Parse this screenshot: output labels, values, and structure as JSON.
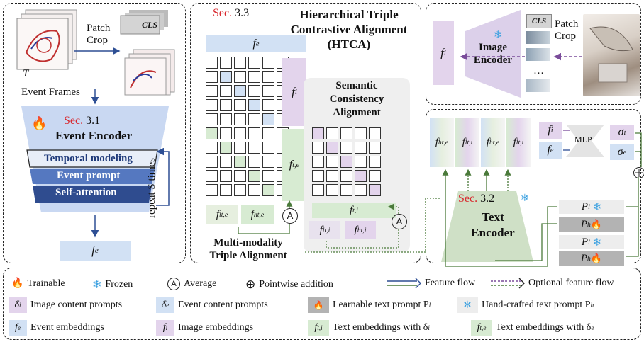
{
  "panel_left": {
    "patch_crop": "Patch\nCrop",
    "cls": "CLS",
    "t_label": "T",
    "event_frames": "Event Frames",
    "sec_prefix": "Sec.",
    "sec_num": "3.1",
    "encoder_title": "Event Encoder",
    "layers": [
      "Temporal modeling",
      "Event prompt",
      "Self-attention"
    ],
    "repeat": "repeat S times",
    "fe": "f",
    "fe_sup": "e"
  },
  "panel_mid": {
    "sec_prefix": "Sec.",
    "sec_num": "3.3",
    "title": "Hierarchical Triple\nContrastive Alignment\n(HTCA)",
    "fe_sup": "e",
    "fi_sup": "i",
    "fte_sup": "t,e",
    "semantic_title": "Semantic\nConsistency\nAlignment",
    "fti_sup": "t,i",
    "fl_sub": "l",
    "fh_sub": "h",
    "avg": "A",
    "bottom_title": "Multi-modality\nTriple Alignment"
  },
  "panel_tr": {
    "fi_sup": "i",
    "encoder": "Image\nEncoder",
    "cls": "CLS",
    "patch_crop": "Patch\nCrop",
    "dots": "…"
  },
  "panel_br": {
    "emb_sups": [
      "t,e",
      "t,i",
      "t,e",
      "t,i"
    ],
    "emb_subs": [
      "h",
      "l",
      "h",
      "l"
    ],
    "fi_sup": "i",
    "fe_sup": "e",
    "mlp": "MLP",
    "sigma_i": "σ",
    "sigma_i_sub": "i",
    "sigma_e": "σ",
    "sigma_e_sub": "e",
    "sec_prefix": "Sec.",
    "sec_num": "3.2",
    "encoder": "Text\nEncoder",
    "prompts": [
      "P",
      "P",
      "P",
      "P"
    ],
    "prompt_subs": [
      "l",
      "h",
      "l",
      "h"
    ]
  },
  "legend": {
    "trainable": "Trainable",
    "frozen": "Frozen",
    "avg_symbol": "A",
    "average": "Average",
    "pointwise": "Pointwise addition",
    "feature_flow": "Feature flow",
    "optional_flow": "Optional feature flow",
    "delta_i": "Image content prompts",
    "delta_e": "Event content prompts",
    "learnable": "Learnable text prompt P",
    "learnable_sub": "l",
    "handcrafted": "Hand-crafted text prompt P",
    "handcrafted_sub": "h",
    "event_emb": "Event embeddings",
    "image_emb": "Image embeddings",
    "text_emb_i": "Text embeddings with δ",
    "text_emb_i_sub": "i",
    "text_emb_e": "Text embeddings with δ",
    "text_emb_e_sub": "e"
  },
  "colors": {
    "event_blue": "#d2e1f4",
    "image_purple": "#e3d4ec",
    "text_green": "#d7ebd2",
    "encoder_blue": "#c9d8f2",
    "layer_dark": "#2f4c8f",
    "text_encoder": "#cfe0c6",
    "sec_red": "#d8262c"
  }
}
